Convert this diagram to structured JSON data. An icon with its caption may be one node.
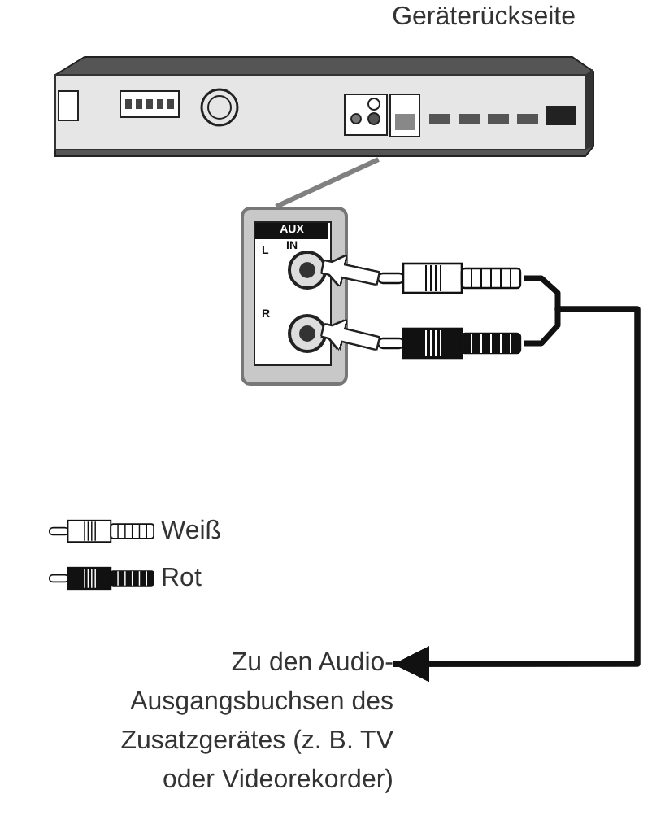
{
  "diagram": {
    "nodes": [
      {
        "text": [
          "Geräterückseite"
        ]
      },
      {
        "text": [
          "AUX",
          "IN"
        ]
      },
      {
        "text": [],
        "shape": "circle",
        "in": 1
      },
      {
        "text": [],
        "shape": "circle",
        "in": 1
      },
      {
        "text": [],
        "shape": "plug"
      },
      {
        "text": [],
        "shape": "plug"
      },
      {
        "text": [
          "Zu den Audio-Ausgangsbuchsen des Zusatzgerätes (z. B. TV oder Videorekorder)"
        ]
      }
    ],
    "edges": [
      {
        "from": 1,
        "to": 0,
        "arrow": "none",
        "color": "#808080"
      },
      {
        "from": 4,
        "to": 2,
        "arrow": "to",
        "style": "thick",
        "color": "#ffffff"
      },
      {
        "from": 5,
        "to": 3,
        "arrow": "to",
        "style": "thick",
        "color": "#ffffff"
      },
      {
        "from": 4,
        "to": 6,
        "arrow": "to",
        "color": "#111111"
      },
      {
        "from": 5,
        "to": 6,
        "arrow": "to",
        "color": "#111111"
      }
    ],
    "labels": [
      "L",
      "R"
    ],
    "legend": [
      {
        "text": "Weiß"
      },
      {
        "text": "Rot"
      }
    ]
  }
}
